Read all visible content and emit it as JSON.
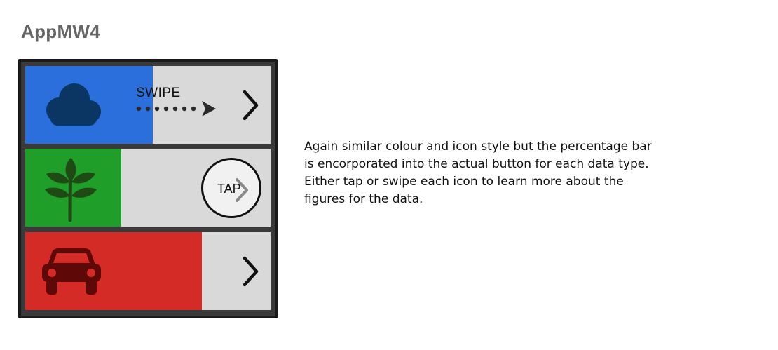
{
  "page_title": "AppMW4",
  "colors": {
    "frame": "#1a1a1a",
    "row_background": "#d9d9d9",
    "divider": "#3a3a3a",
    "cloud_fill": "#2a6fdb",
    "cloud_icon": "#0b3563",
    "leaf_fill": "#1f9e2a",
    "leaf_icon": "#1e4a14",
    "car_fill": "#d42b27",
    "car_icon": "#5e0808"
  },
  "rows": [
    {
      "name": "cloud",
      "icon": "cloud-icon",
      "fill_fraction": 0.52,
      "gesture_hint": "SWIPE"
    },
    {
      "name": "leaf",
      "icon": "leaf-icon",
      "fill_fraction": 0.39,
      "gesture_hint": "TAP"
    },
    {
      "name": "car",
      "icon": "car-icon",
      "fill_fraction": 0.72
    }
  ],
  "description_lines": [
    "Again similar colour and icon style but the percentage bar",
    "is encorporated into the actual button for each data type.",
    "Either tap or swipe each icon to learn more about the",
    "figures for the data."
  ]
}
